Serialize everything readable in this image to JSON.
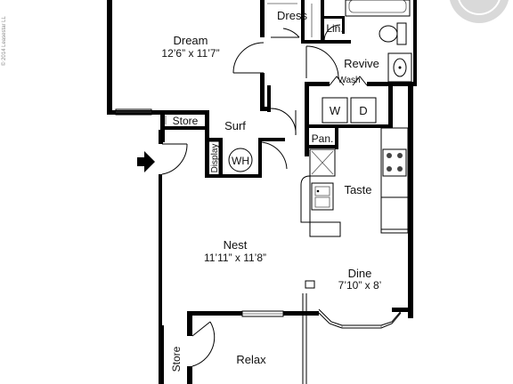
{
  "copyright": "© 2014 Leasestar LL",
  "rooms": {
    "dream": {
      "name": "Dream",
      "dims": "12’6” x 11’7”"
    },
    "dress": {
      "name": "Dress"
    },
    "linen": {
      "name": "Lin."
    },
    "revive": {
      "name": "Revive"
    },
    "wash": {
      "name": "Wash"
    },
    "washer": {
      "name": "W"
    },
    "dryer": {
      "name": "D"
    },
    "store_top": {
      "name": "Store"
    },
    "surf": {
      "name": "Surf"
    },
    "pantry": {
      "name": "Pan."
    },
    "display": {
      "name": "Display"
    },
    "water_heater": {
      "name": "WH"
    },
    "taste": {
      "name": "Taste"
    },
    "nest": {
      "name": "Nest",
      "dims": "11’11” x 11’8”"
    },
    "dine": {
      "name": "Dine",
      "dims": "7’10” x 8’"
    },
    "relax": {
      "name": "Relax"
    },
    "store_bottom": {
      "name": "Store"
    }
  }
}
